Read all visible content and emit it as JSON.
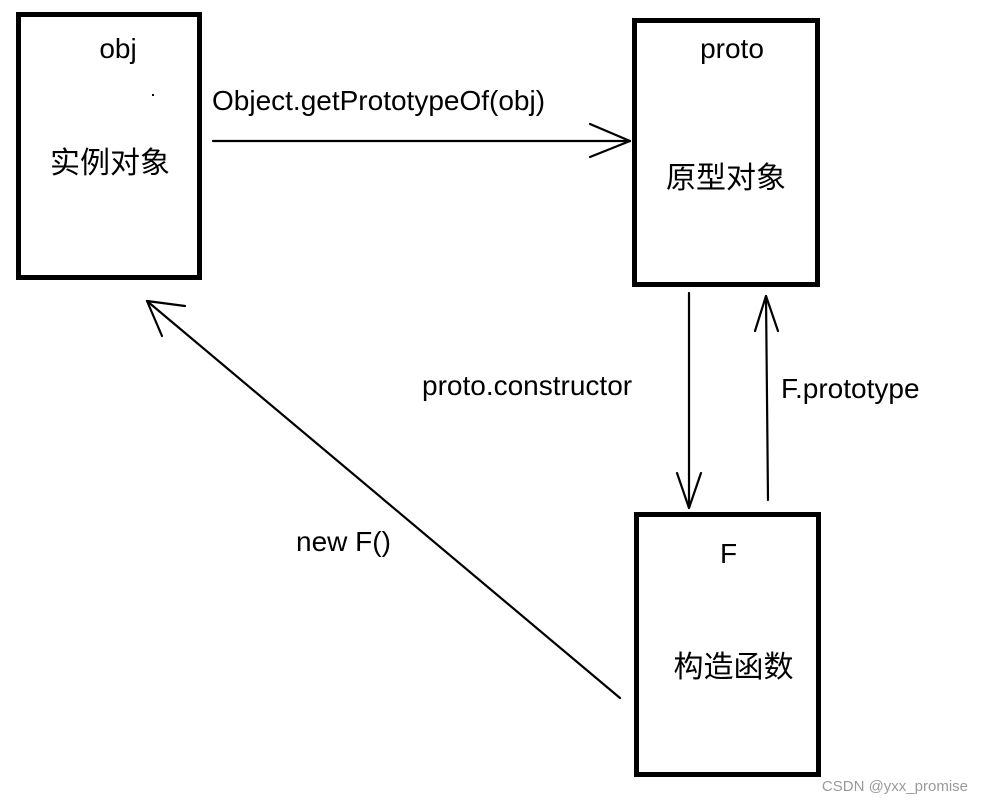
{
  "nodes": {
    "obj": {
      "title": "obj",
      "subtitle": "实例对象"
    },
    "proto": {
      "title": "proto",
      "subtitle": "原型对象"
    },
    "constructor": {
      "title": "F",
      "subtitle": "构造函数"
    }
  },
  "edges": {
    "obj_to_proto": "Object.getPrototypeOf(obj)",
    "proto_to_f": "proto.constructor",
    "f_to_proto": "F.prototype",
    "f_to_obj": "new F()"
  },
  "watermark": "CSDN @yxx_promise"
}
